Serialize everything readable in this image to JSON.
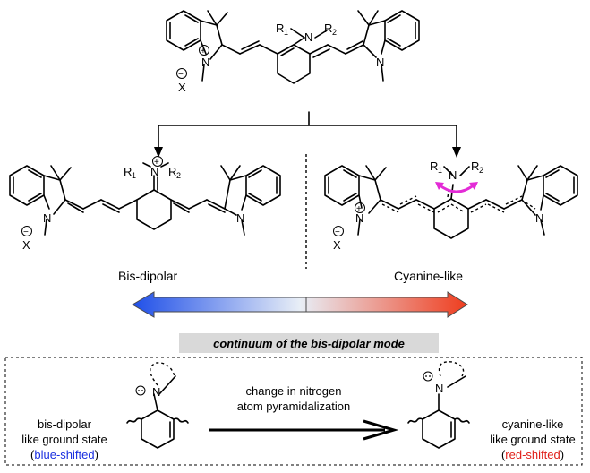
{
  "atoms": {
    "nitrogen": "N",
    "r1": "R",
    "r2": "R",
    "r1_sub": "1",
    "r2_sub": "2",
    "plus": "+",
    "minus": "−",
    "counterion": "X"
  },
  "labels": {
    "bis_dipolar": "Bis-dipolar",
    "cyanine_like": "Cyanine-like",
    "continuum": "continuum of the bis-dipolar mode"
  },
  "process": {
    "line1": "change in nitrogen",
    "line2": "atom pyramidalization"
  },
  "left_state": {
    "line1": "bis-dipolar",
    "line2": "like ground state",
    "paren_open": "(",
    "shift": "blue-shifted",
    "paren_close": ")",
    "shift_color": "#1a2fe0"
  },
  "right_state": {
    "line1": "cyanine-like",
    "line2": "like ground state",
    "paren_open": "(",
    "shift": "red-shifted",
    "paren_close": ")",
    "shift_color": "#e0201a"
  },
  "colors": {
    "gradient_start": "#1f4fe8",
    "gradient_mid": "#e8eef6",
    "gradient_end": "#ef3d1e",
    "rotation_arrow": "#e32bd6",
    "continuum_box": "#d9d9d9"
  }
}
